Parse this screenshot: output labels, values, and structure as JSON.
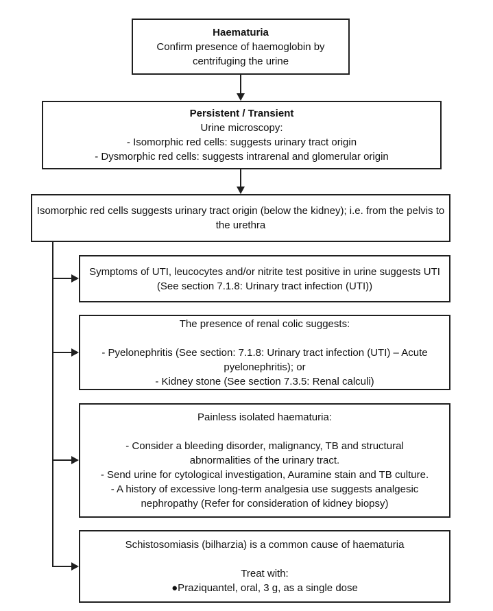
{
  "colors": {
    "background": "#ffffff",
    "border": "#1f1f1f",
    "text": "#111111"
  },
  "boxes": {
    "haematuria": {
      "title": "Haematuria",
      "body": "Confirm presence of haemoglobin by centrifuging the urine"
    },
    "triage": {
      "title": "Persistent / Transient",
      "lines": [
        "Urine microscopy:",
        "- Isomorphic red cells: suggests urinary tract origin",
        "- Dysmorphic red cells: suggests intrarenal and glomerular origin"
      ]
    },
    "isomorphic": {
      "text": "Isomorphic red cells suggests urinary tract origin (below the kidney); i.e. from the pelvis to the urethra"
    },
    "uti": {
      "text": "Symptoms of UTI, leucocytes and/or nitrite test positive in urine suggests UTI (See section 7.1.8: Urinary tract infection (UTI))"
    },
    "renal_colic": {
      "title": "The presence of renal colic suggests:",
      "items": [
        "- Pyelonephritis (See section: 7.1.8: Urinary tract infection (UTI) – Acute pyelonephritis); or",
        "- Kidney stone (See section 7.3.5: Renal calculi)"
      ]
    },
    "painless": {
      "title": "Painless isolated haematuria:",
      "items": [
        "- Consider a bleeding disorder, malignancy, TB and structural abnormalities of the urinary tract.",
        "- Send urine for cytological investigation, Auramine stain and TB culture.",
        "- A history of excessive long-term analgesia use suggests analgesic nephropathy (Refer for consideration of kidney biopsy)"
      ]
    },
    "schistosomiasis": {
      "title": "Schistosomiasis (bilharzia) is a common cause of haematuria",
      "treat_label": "Treat with:",
      "treatment": "●Praziquantel, oral, 3 g, as a single dose"
    }
  }
}
